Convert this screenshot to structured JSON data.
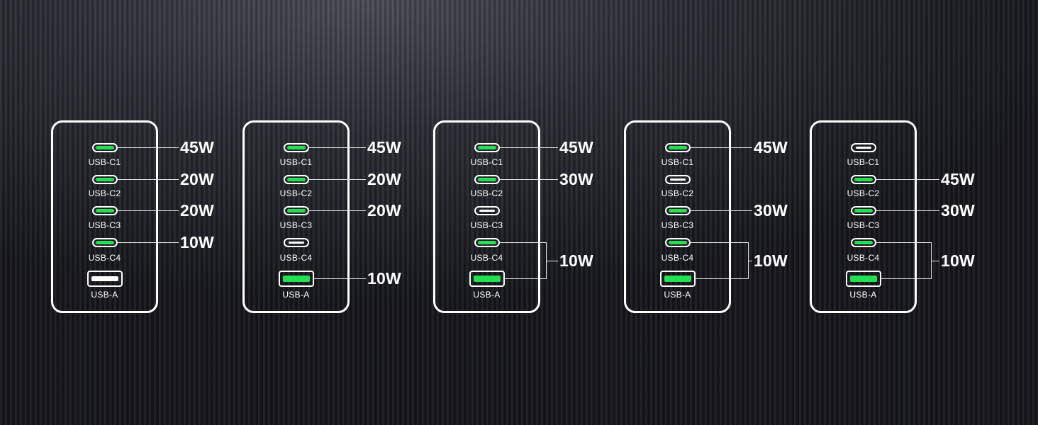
{
  "colors": {
    "active": "#22e052",
    "idle": "#ffffff",
    "background": "#1c1d22"
  },
  "ports": [
    "USB-C1",
    "USB-C2",
    "USB-C3",
    "USB-C4",
    "USB-A"
  ],
  "configurations": [
    {
      "name": "config-1",
      "active": [
        true,
        true,
        true,
        true,
        false
      ],
      "outputs": [
        {
          "ports": [
            0
          ],
          "label": "45W"
        },
        {
          "ports": [
            1
          ],
          "label": "20W"
        },
        {
          "ports": [
            2
          ],
          "label": "20W"
        },
        {
          "ports": [
            3
          ],
          "label": "10W"
        }
      ]
    },
    {
      "name": "config-2",
      "active": [
        true,
        true,
        true,
        false,
        true
      ],
      "outputs": [
        {
          "ports": [
            0
          ],
          "label": "45W"
        },
        {
          "ports": [
            1
          ],
          "label": "20W"
        },
        {
          "ports": [
            2
          ],
          "label": "20W"
        },
        {
          "ports": [
            4
          ],
          "label": "10W"
        }
      ]
    },
    {
      "name": "config-3",
      "active": [
        true,
        true,
        false,
        true,
        true
      ],
      "outputs": [
        {
          "ports": [
            0
          ],
          "label": "45W"
        },
        {
          "ports": [
            1
          ],
          "label": "30W"
        },
        {
          "ports": [
            3,
            4
          ],
          "label": "10W"
        }
      ]
    },
    {
      "name": "config-4",
      "active": [
        true,
        false,
        true,
        true,
        true
      ],
      "outputs": [
        {
          "ports": [
            0
          ],
          "label": "45W"
        },
        {
          "ports": [
            2
          ],
          "label": "30W"
        },
        {
          "ports": [
            3,
            4
          ],
          "label": "10W"
        }
      ]
    },
    {
      "name": "config-5",
      "active": [
        false,
        true,
        true,
        true,
        true
      ],
      "outputs": [
        {
          "ports": [
            1
          ],
          "label": "45W"
        },
        {
          "ports": [
            2
          ],
          "label": "30W"
        },
        {
          "ports": [
            3,
            4
          ],
          "label": "10W"
        }
      ]
    }
  ]
}
